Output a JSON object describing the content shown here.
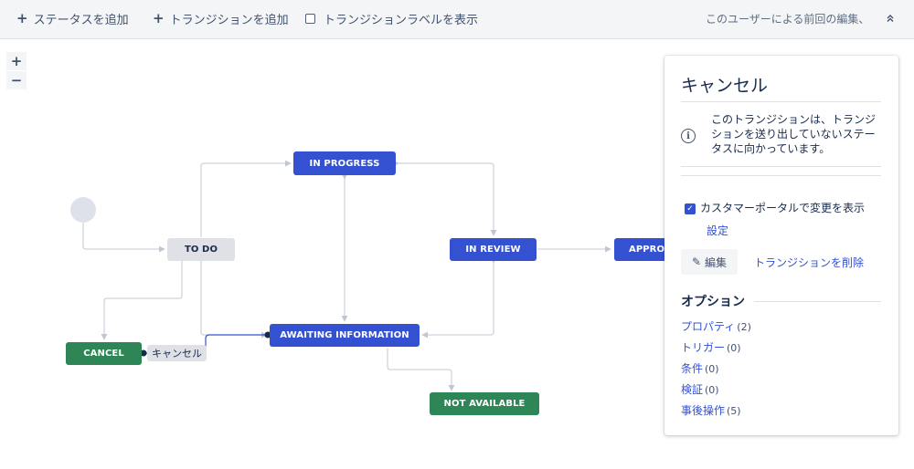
{
  "toolbar": {
    "add_status": "ステータスを追加",
    "add_transition": "トランジションを追加",
    "show_labels": "トランジションラベルを表示",
    "last_edited": "このユーザーによる前回の編集、"
  },
  "zoom": {
    "in": "+",
    "out": "−"
  },
  "workflow": {
    "statuses": {
      "todo": "TO DO",
      "in_progress": "IN PROGRESS",
      "in_review": "IN REVIEW",
      "approved": "APPROVED",
      "awaiting": "AWAITING INFORMATION",
      "cancel": "CANCEL",
      "not_available": "NOT AVAILABLE"
    },
    "transition_label": "キャンセル"
  },
  "panel": {
    "title": "キャンセル",
    "info": "このトランジションは、トランジションを送り出していないステータスに向かっています。",
    "show_in_portal": "カスタマーポータルで変更を表示",
    "settings": "設定",
    "edit": "編集",
    "delete": "トランジションを削除",
    "options_title": "オプション",
    "options": [
      {
        "label": "プロパティ",
        "count": "(2)"
      },
      {
        "label": "トリガー",
        "count": "(0)"
      },
      {
        "label": "条件",
        "count": "(0)"
      },
      {
        "label": "検証",
        "count": "(0)"
      },
      {
        "label": "事後操作",
        "count": "(5)"
      }
    ]
  },
  "colors": {
    "status_blue": "#3451d1",
    "status_green": "#2e8555",
    "status_grey": "#dfe1e6",
    "link": "#3451d1"
  }
}
